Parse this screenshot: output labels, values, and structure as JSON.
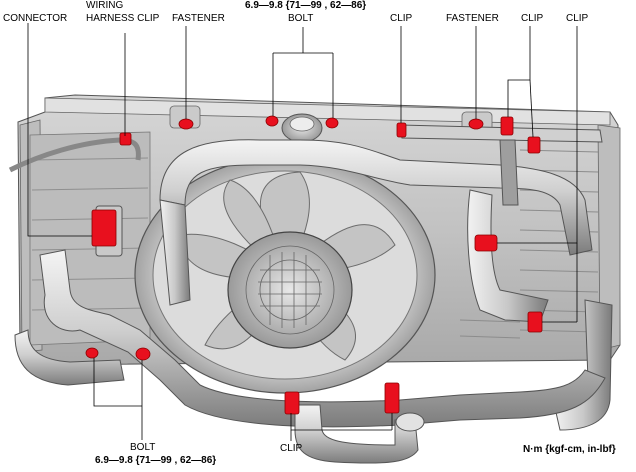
{
  "labels": {
    "connector": "CONNECTOR",
    "wiring_harness_clip_line1": "WIRING",
    "wiring_harness_clip_line2": "HARNESS CLIP",
    "fastener_left": "FASTENER",
    "bolt_top": "BOLT",
    "torque_top": "6.9—9.8 {71—99 , 62—86}",
    "clip_top_center": "CLIP",
    "fastener_right": "FASTENER",
    "clip_top_right_a": "CLIP",
    "clip_top_right_b": "CLIP",
    "bolt_bottom": "BOLT",
    "torque_bottom": "6.9—9.8 {71—99 , 62—86}",
    "clip_bottom": "CLIP",
    "unit_note": "N·m {kgf-cm, in-lbf}"
  },
  "colors": {
    "highlight": "#e8101e",
    "metal_light": "#e9e9e9",
    "metal_mid": "#b9b9b9",
    "metal_dark": "#6e6e6e",
    "leader": "#000000"
  }
}
